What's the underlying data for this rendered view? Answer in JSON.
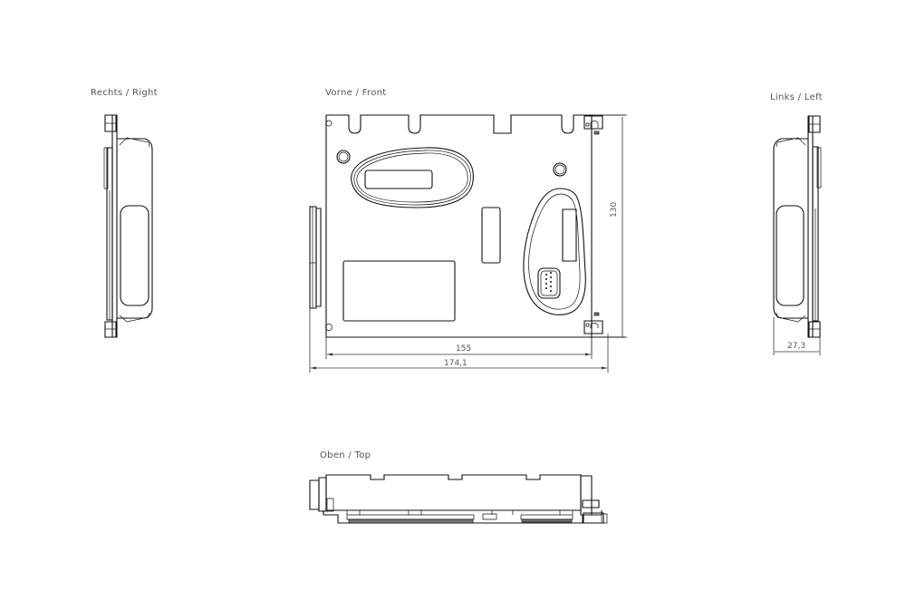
{
  "views": {
    "right": {
      "label": "Rechts  /  Right"
    },
    "front": {
      "label": "Vorne  /  Front"
    },
    "left": {
      "label": "Links  /  Left"
    },
    "top": {
      "label": "Oben  /  Top"
    }
  },
  "dimensions": {
    "height": "130",
    "inner_width": "155",
    "overall_width": "174,1",
    "depth": "27,3"
  },
  "colors": {
    "line": "#111111",
    "label_text": "#555555",
    "background": "#ffffff"
  }
}
